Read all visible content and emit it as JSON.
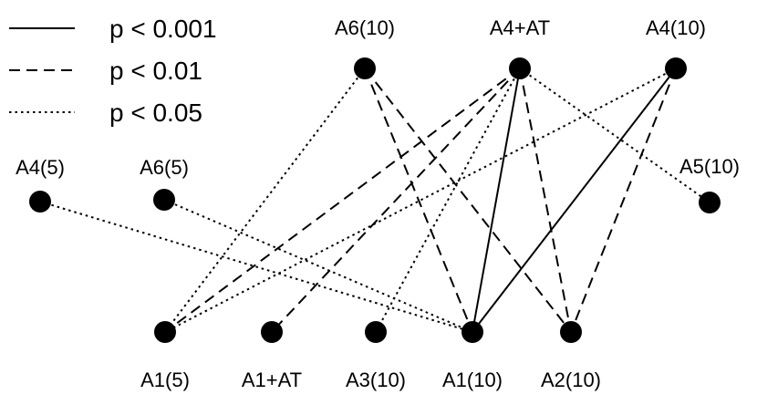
{
  "legend": [
    {
      "style": "solid",
      "label": "p < 0.001"
    },
    {
      "style": "dashed",
      "label": "p < 0.01"
    },
    {
      "style": "dotted",
      "label": "p < 0.05"
    }
  ],
  "nodes": [
    {
      "id": "A6(10)",
      "label": "A6(10)"
    },
    {
      "id": "A4+AT",
      "label": "A4+AT"
    },
    {
      "id": "A4(10)",
      "label": "A4(10)"
    },
    {
      "id": "A4(5)",
      "label": "A4(5)"
    },
    {
      "id": "A6(5)",
      "label": "A6(5)"
    },
    {
      "id": "A5(10)",
      "label": "A5(10)"
    },
    {
      "id": "A1(5)",
      "label": "A1(5)"
    },
    {
      "id": "A1+AT",
      "label": "A1+AT"
    },
    {
      "id": "A3(10)",
      "label": "A3(10)"
    },
    {
      "id": "A1(10)",
      "label": "A1(10)"
    },
    {
      "id": "A2(10)",
      "label": "A2(10)"
    }
  ],
  "edges": [
    {
      "from": "A4+AT",
      "to": "A1(10)",
      "style": "solid"
    },
    {
      "from": "A4(10)",
      "to": "A1(10)",
      "style": "solid"
    },
    {
      "from": "A6(10)",
      "to": "A1(10)",
      "style": "dashed"
    },
    {
      "from": "A6(10)",
      "to": "A2(10)",
      "style": "dashed"
    },
    {
      "from": "A4+AT",
      "to": "A1(5)",
      "style": "dashed"
    },
    {
      "from": "A4+AT",
      "to": "A1+AT",
      "style": "dashed"
    },
    {
      "from": "A4+AT",
      "to": "A2(10)",
      "style": "dashed"
    },
    {
      "from": "A4(10)",
      "to": "A2(10)",
      "style": "dashed"
    },
    {
      "from": "A6(10)",
      "to": "A1(5)",
      "style": "dotted"
    },
    {
      "from": "A4+AT",
      "to": "A3(10)",
      "style": "dotted"
    },
    {
      "from": "A4+AT",
      "to": "A5(10)",
      "style": "dotted"
    },
    {
      "from": "A4(10)",
      "to": "A1(5)",
      "style": "dotted"
    },
    {
      "from": "A4(5)",
      "to": "A1(10)",
      "style": "dotted"
    },
    {
      "from": "A6(5)",
      "to": "A1(10)",
      "style": "dotted"
    }
  ]
}
